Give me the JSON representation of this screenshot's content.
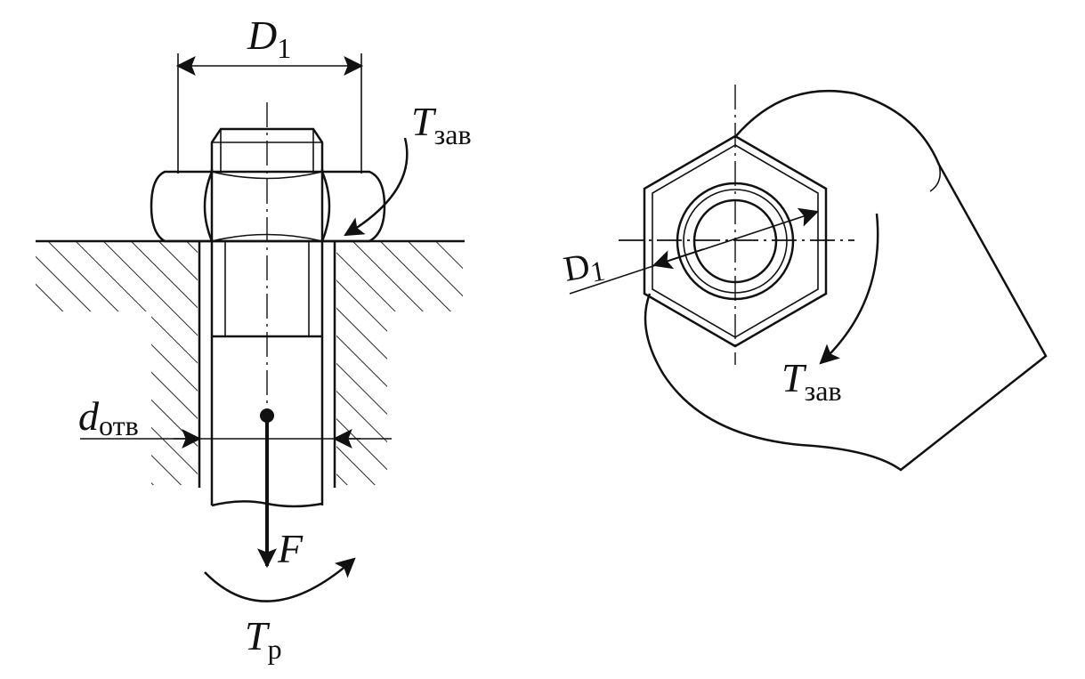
{
  "labels": {
    "d1_top": {
      "main": "D",
      "sub": "1"
    },
    "t_zav_left": {
      "main": "T",
      "sub": "зав"
    },
    "d_otv": {
      "main": "d",
      "sub": "отв"
    },
    "force": {
      "main": "F"
    },
    "t_p": {
      "main": "T",
      "sub": "р"
    },
    "d1_right": {
      "main": "D",
      "sub": "1"
    },
    "t_zav_right": {
      "main": "T",
      "sub": "зав"
    }
  },
  "colors": {
    "ink": "#111111",
    "paper": "#ffffff"
  }
}
